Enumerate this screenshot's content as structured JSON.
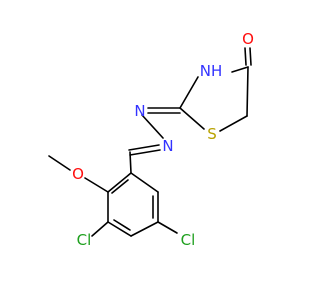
{
  "molecule": {
    "atoms": {
      "oxygen_carbonyl": "O",
      "nitrogen_ring": "NH",
      "nitrogen_hydrazone_1": "N",
      "nitrogen_hydrazone_2": "N",
      "sulfur_ring": "S",
      "oxygen_methoxy": "O",
      "chlorine_left": "Cl",
      "chlorine_right": "Cl"
    }
  },
  "colors": {
    "nitrogen": "#3333ff",
    "oxygen": "#ff0d0d",
    "sulfur": "#b8a200",
    "chlorine": "#1fa01f",
    "bond": "#000000"
  }
}
